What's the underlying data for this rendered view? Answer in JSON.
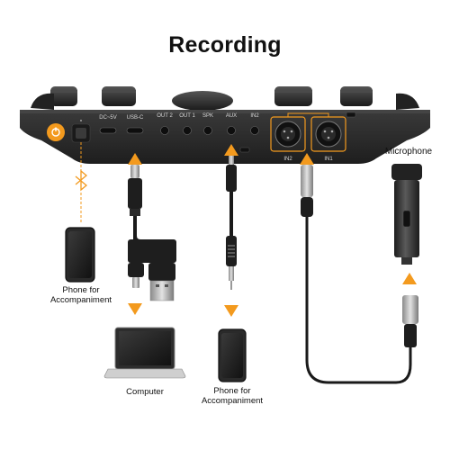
{
  "title": "Recording",
  "device": {
    "ports": {
      "dc": "DC~5V",
      "usbc": "USB-C",
      "out2": "OUT 2",
      "out1": "OUT 1",
      "spk": "SPK",
      "aux": "AUX",
      "in2_top": "IN2",
      "in2": "IN2",
      "in1": "IN1"
    }
  },
  "labels": {
    "microphone": "Microphone",
    "phone_left": "Phone for\nAccompaniment",
    "computer": "Computer",
    "phone_right": "Phone for\nAccompaniment"
  },
  "colors": {
    "accent": "#f39a1e",
    "device": "#2b2b2b",
    "cable": "#1a1a1a"
  },
  "icons": [
    "bluetooth-icon",
    "arrow-up-icon",
    "arrow-down-icon"
  ]
}
